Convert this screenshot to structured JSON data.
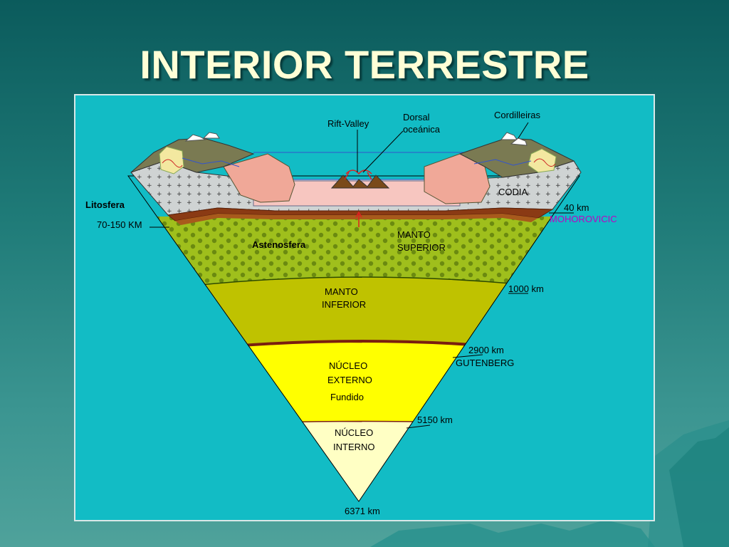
{
  "slide": {
    "title": "INTERIOR TERRESTRE"
  },
  "diagram": {
    "labels": {
      "rift_valley": "Rift-Valley",
      "dorsal_1": "Dorsal",
      "dorsal_2": "oceánica",
      "cordilleiras": "Cordilleiras",
      "codia": "CODIA",
      "litosfera": "Litosfera",
      "km_70_150": "70-150 KM",
      "km_40": "40 km",
      "mohorovicic": "MOHOROVICIC",
      "astenosfera": "Astenosfera",
      "manto_superior_1": "MANTO",
      "manto_superior_2": "SUPERIOR",
      "km_1000": "1000 km",
      "manto_inferior_1": "MANTO",
      "manto_inferior_2": "INFERIOR",
      "km_2900": "2900 km",
      "gutenberg": "GUTENBERG",
      "nucleo_externo_1": "NÚCLEO",
      "nucleo_externo_2": "EXTERNO",
      "nucleo_externo_3": "Fundido",
      "km_5150": "5150 km",
      "nucleo_interno_1": "NÚCLEO",
      "nucleo_interno_2": "INTERNO",
      "km_6371": "6371 km"
    },
    "colors": {
      "panel_bg": "#12bcc5",
      "upper_mantle": "#9fbf1c",
      "lower_mantle": "#bfc200",
      "outer_core": "#ffff00",
      "inner_core": "#ffffc4",
      "discontinuity": "#7a1f0f",
      "mohorovicic_label": "#c000c0"
    }
  }
}
